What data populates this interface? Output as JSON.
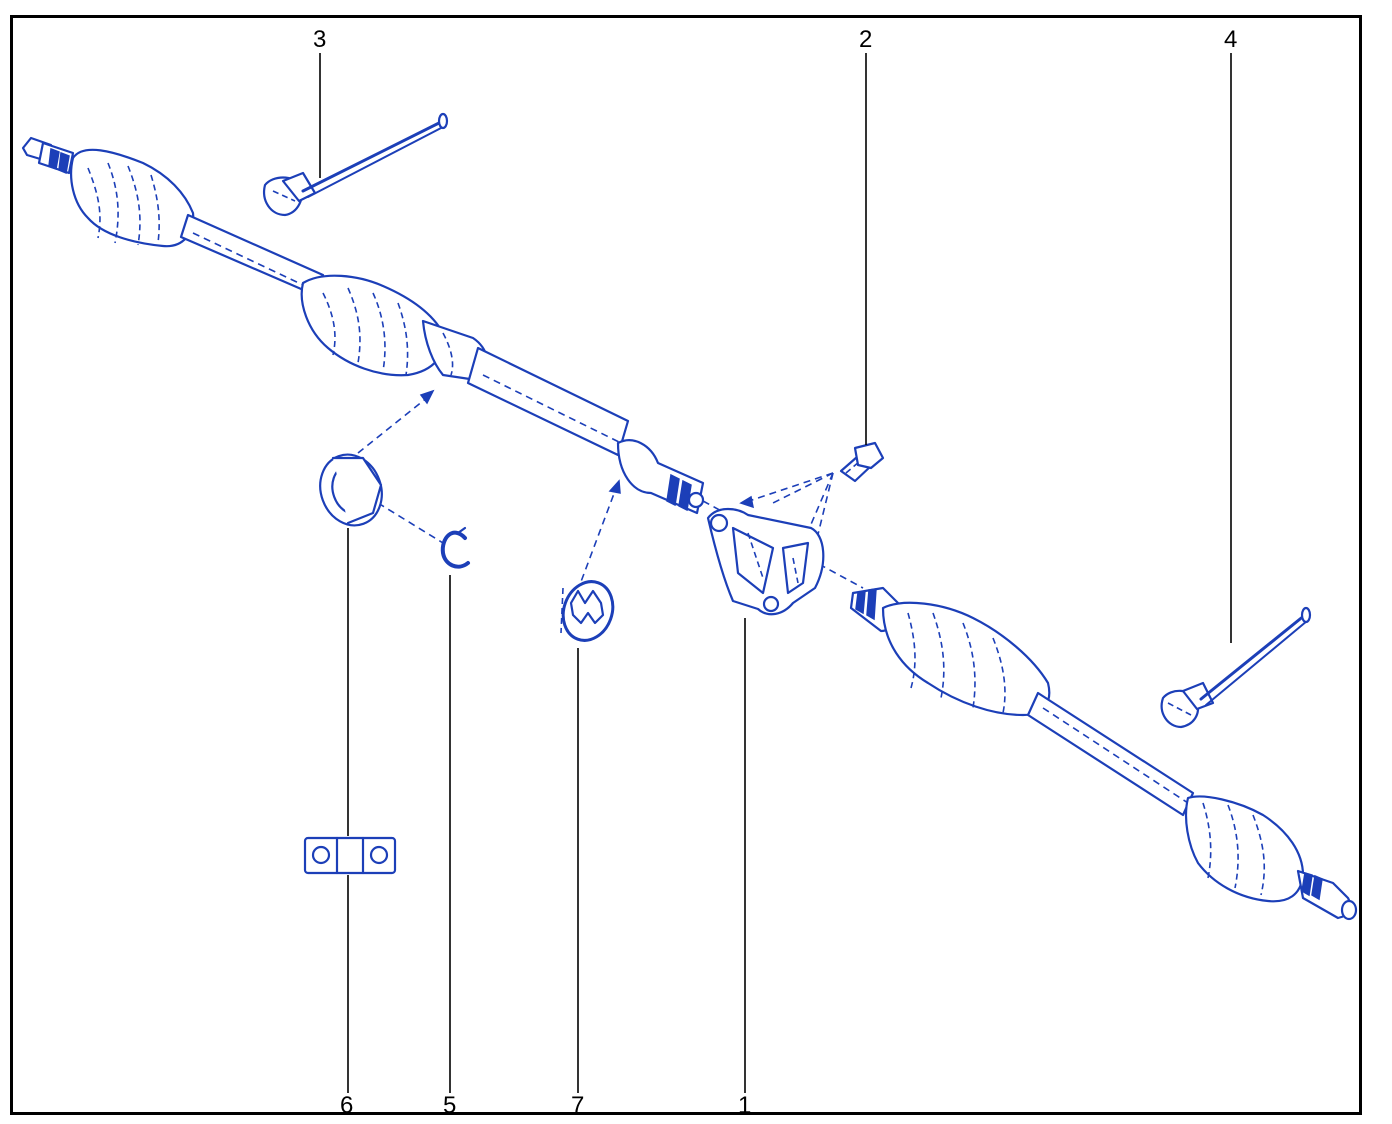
{
  "colors": {
    "line_art": "#1c3fb8",
    "frame": "#000000",
    "leader": "#000000",
    "background": "#ffffff"
  },
  "callouts": [
    {
      "number": "1",
      "part": "intermediate-shaft-bearing-bracket"
    },
    {
      "number": "2",
      "part": "bracket-bolt"
    },
    {
      "number": "3",
      "part": "left-wheel-speed-sensor"
    },
    {
      "number": "4",
      "part": "right-wheel-speed-sensor"
    },
    {
      "number": "5",
      "part": "bearing-retaining-ring"
    },
    {
      "number": "6",
      "part": "intermediate-shaft-bearing"
    },
    {
      "number": "7",
      "part": "dust-shield"
    }
  ],
  "icons": {
    "left_axle_shaft": "drive-axle-shaft-icon",
    "right_axle_shaft": "drive-axle-shaft-icon",
    "bracket": "bearing-bracket-icon",
    "bolt": "bolt-icon",
    "sensor": "wheel-speed-sensor-icon",
    "bearing": "ball-bearing-icon",
    "retaining_ring": "snap-ring-icon",
    "dust_shield": "dust-shield-icon",
    "part_symbol": "two-hole-plate-symbol-icon"
  }
}
